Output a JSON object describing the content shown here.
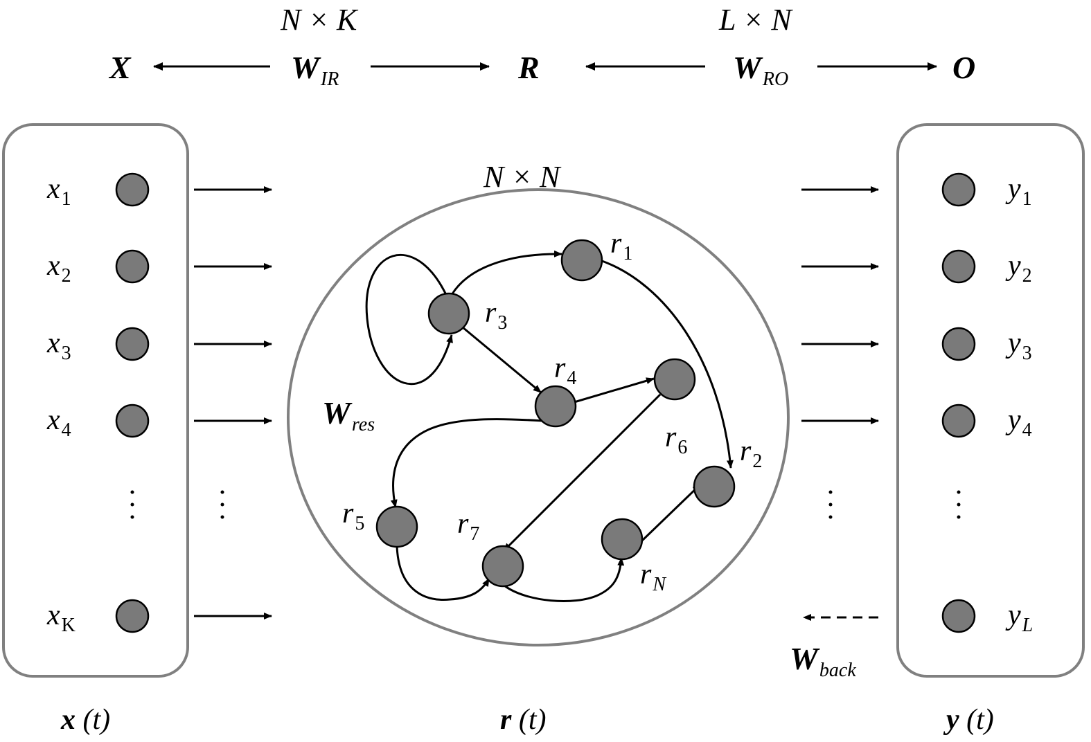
{
  "top": {
    "x_label": "X",
    "r_label": "R",
    "o_label": "O",
    "w_ir": {
      "main": "W",
      "sub": "IR",
      "dim": "N × K"
    },
    "w_ro": {
      "main": "W",
      "sub": "RO",
      "dim": "L × N"
    }
  },
  "input": {
    "nodes": [
      {
        "base": "x",
        "sub": "1"
      },
      {
        "base": "x",
        "sub": "2"
      },
      {
        "base": "x",
        "sub": "3"
      },
      {
        "base": "x",
        "sub": "4"
      },
      {
        "base": "x",
        "sub": "K"
      }
    ],
    "bottom": {
      "bold": "x",
      "rest": " (t)"
    }
  },
  "reservoir": {
    "dim": "N × N",
    "w_res": {
      "main": "W",
      "sub": "res"
    },
    "nodes": [
      {
        "base": "r",
        "sub": "1"
      },
      {
        "base": "r",
        "sub": "2"
      },
      {
        "base": "r",
        "sub": "3"
      },
      {
        "base": "r",
        "sub": "4"
      },
      {
        "base": "r",
        "sub": "5"
      },
      {
        "base": "r",
        "sub": "6"
      },
      {
        "base": "r",
        "sub": "7"
      },
      {
        "base": "r",
        "sub": "N"
      }
    ],
    "bottom": {
      "bold": "r",
      "rest": " (t)"
    }
  },
  "output": {
    "nodes": [
      {
        "base": "y",
        "sub": "1"
      },
      {
        "base": "y",
        "sub": "2"
      },
      {
        "base": "y",
        "sub": "3"
      },
      {
        "base": "y",
        "sub": "4"
      },
      {
        "base": "y",
        "sub": "L"
      }
    ],
    "w_back": {
      "main": "W",
      "sub": "back"
    },
    "bottom": {
      "bold": "y",
      "rest": " (t)"
    }
  },
  "colors": {
    "node_fill": "#7a7a7a",
    "box_stroke": "#808080",
    "line": "#000000"
  }
}
